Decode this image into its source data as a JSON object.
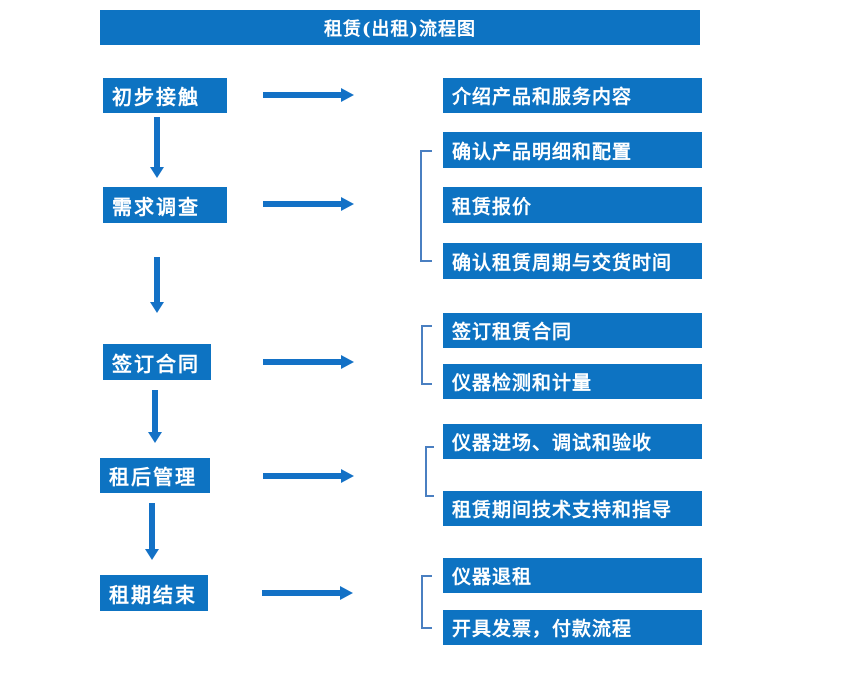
{
  "title": "租赁(出租)流程图",
  "colors": {
    "box_blue": "#0d73c2",
    "arrow_blue": "#1371c6",
    "bracket_blue": "#4a7fc1",
    "text_white": "#ffffff"
  },
  "stages": [
    {
      "label": "初步接触",
      "outputs": [
        "介绍产品和服务内容"
      ]
    },
    {
      "label": "需求调查",
      "outputs": [
        "确认产品明细和配置",
        "租赁报价",
        "确认租赁周期与交货时间"
      ]
    },
    {
      "label": "签订合同",
      "outputs": [
        "签订租赁合同",
        "仪器检测和计量"
      ]
    },
    {
      "label": "租后管理",
      "outputs": [
        "仪器进场、调试和验收",
        "租赁期间技术支持和指导"
      ]
    },
    {
      "label": "租期结束",
      "outputs": [
        "仪器退租",
        "开具发票，付款流程"
      ]
    }
  ]
}
